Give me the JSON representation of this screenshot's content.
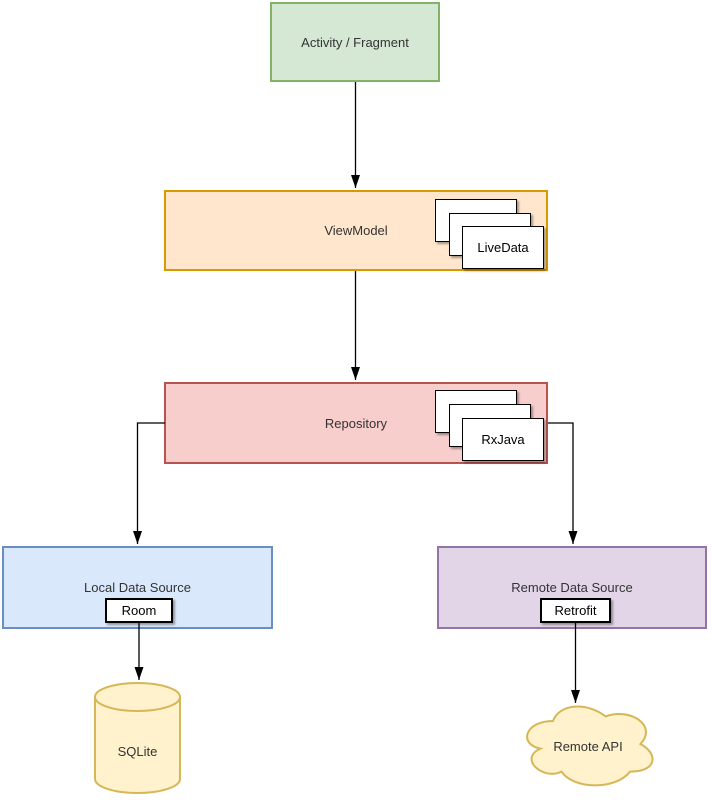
{
  "diagram": {
    "background": "#ffffff",
    "edge_color": "#000000",
    "nodes": {
      "activity": {
        "label": "Activity / Fragment",
        "fill": "#d5e8d4",
        "stroke": "#82b366"
      },
      "viewmodel": {
        "label": "ViewModel",
        "fill": "#ffe6cc",
        "stroke": "#d79b00",
        "stack_label": "LiveData"
      },
      "repository": {
        "label": "Repository",
        "fill": "#f8cecc",
        "stroke": "#b85450",
        "stack_label": "RxJava"
      },
      "local_data_source": {
        "label": "Local Data Source",
        "fill": "#dae8fc",
        "stroke": "#6c8ebf",
        "badge": "Room"
      },
      "remote_data_source": {
        "label": "Remote Data Source",
        "fill": "#e1d5e7",
        "stroke": "#9673a6",
        "badge": "Retrofit"
      },
      "sqlite": {
        "label": "SQLite",
        "shape": "cylinder",
        "fill": "#fff2cc",
        "stroke": "#d6b656"
      },
      "remote_api": {
        "label": "Remote API",
        "shape": "cloud",
        "fill": "#fff2cc",
        "stroke": "#d6b656"
      }
    },
    "edges": [
      {
        "from": "Activity / Fragment",
        "to": "ViewModel"
      },
      {
        "from": "ViewModel",
        "to": "Repository"
      },
      {
        "from": "Repository",
        "to": "Local Data Source"
      },
      {
        "from": "Repository",
        "to": "Remote Data Source"
      },
      {
        "from": "Room",
        "to": "SQLite"
      },
      {
        "from": "Retrofit",
        "to": "Remote API"
      }
    ]
  }
}
